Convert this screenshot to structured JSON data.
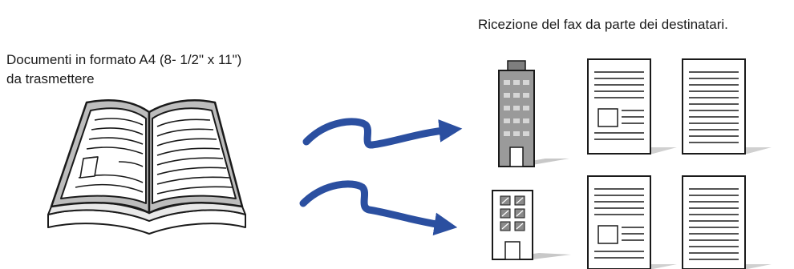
{
  "labels": {
    "recipients": "Ricezione del fax da parte dei destinatari.",
    "source_line1": "Documenti in formato A4 (8- 1/2\" x 11\")",
    "source_line2": "da trasmettere"
  },
  "colors": {
    "arrow": "#2b4fa0",
    "building_gray": "#9a9a9a",
    "window_gray": "#cfcfcf",
    "outline": "#1a1a1a",
    "shadow": "#c8c8c8"
  },
  "icons": [
    "open-book-icon",
    "curved-arrow-icon",
    "office-tower-icon",
    "apartment-building-icon",
    "fax-page-icon"
  ]
}
